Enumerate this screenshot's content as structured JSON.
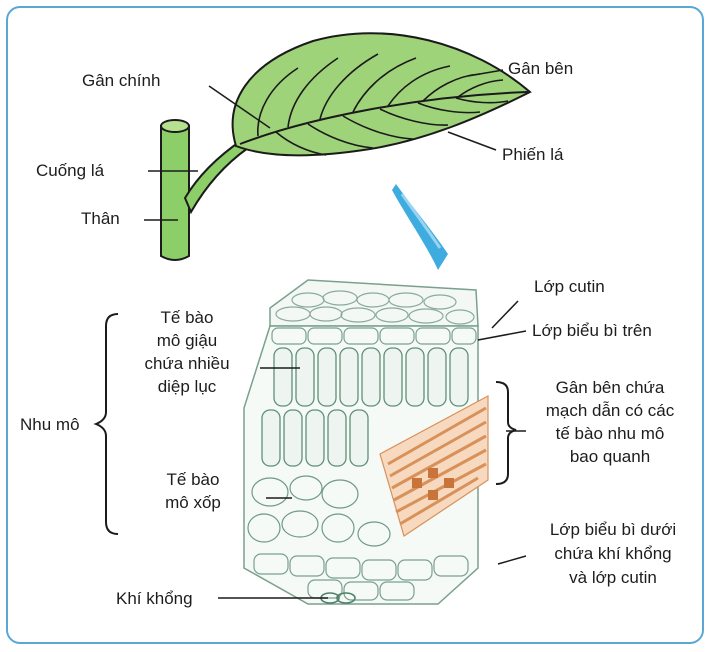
{
  "labels": {
    "gan_chinh": "Gân chính",
    "cuong_la": "Cuống lá",
    "than": "Thân",
    "gan_ben": "Gân bên",
    "phien_la": "Phiến lá",
    "lop_cutin": "Lớp cutin",
    "bieu_bi_tren": "Lớp biểu bì trên",
    "mo_giau": [
      "Tế bào",
      "mô giậu",
      "chứa nhiều",
      "diệp lục"
    ],
    "nhu_mo": "Nhu mô",
    "mo_xop": [
      "Tế bào",
      "mô xốp"
    ],
    "khi_khong": "Khí khổng",
    "gan_ben_mach": [
      "Gân bên chứa",
      "mạch dẫn có các",
      "tế bào nhu mô",
      "bao quanh"
    ],
    "bieu_bi_duoi": [
      "Lớp biểu bì dưới",
      "chứa khí khổng",
      "và lớp cutin"
    ]
  },
  "colors": {
    "frame": "#5aa7d6",
    "leaf": "#9fd37a",
    "stem": "#8ccf68",
    "arrow": "#2aa3dd",
    "cells": "#6f9a86",
    "vein": "#d9915a"
  }
}
